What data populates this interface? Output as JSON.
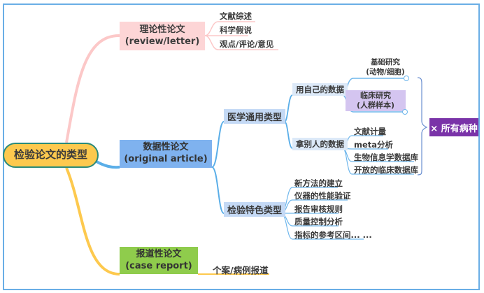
{
  "root": {
    "label": "检验论文的类型"
  },
  "branches": {
    "theory": {
      "title": "理论性论文",
      "subtitle": "(review/letter)",
      "items": [
        "文献综述",
        "科学假说",
        "观点/评论/意见"
      ]
    },
    "data": {
      "title": "数据性论文",
      "subtitle": "(original article)",
      "general": {
        "label": "医学通用类型",
        "own": {
          "label": "用自己的数据",
          "basic_title": "基础研究",
          "basic_sub": "(动物/细胞)",
          "clinical_title": "临床研究",
          "clinical_sub": "(人群样本)"
        },
        "others": {
          "label": "拿别人的数据",
          "items": [
            "文献计量",
            "meta分析",
            "生物信息学数据库",
            "开放的临床数据库"
          ]
        }
      },
      "lab": {
        "label": "检验特色类型",
        "items": [
          "新方法的建立",
          "仪器的性能验证",
          "报告审核规则",
          "质量控制分析",
          "指标的参考区间... ..."
        ]
      },
      "summary_tag": "× 所有病种"
    },
    "report": {
      "title": "报道性论文",
      "subtitle": "(case report)",
      "items": [
        "个案/病例报道"
      ]
    }
  },
  "colors": {
    "frame": "#6aaee6",
    "root_fill": "#fdc94e",
    "root_border": "#2b8a7a",
    "theory_fill": "#fdd5d6",
    "theory_link": "#fcc8c8",
    "data_fill": "#7fb2ef",
    "data_link": "#5aaee8",
    "report_fill": "#8fcc4c",
    "report_link": "#fdc94e",
    "sub_fill": "#c4d9f5",
    "clinical_fill": "#d4c5f0",
    "tag_fill": "#7a33a8"
  }
}
